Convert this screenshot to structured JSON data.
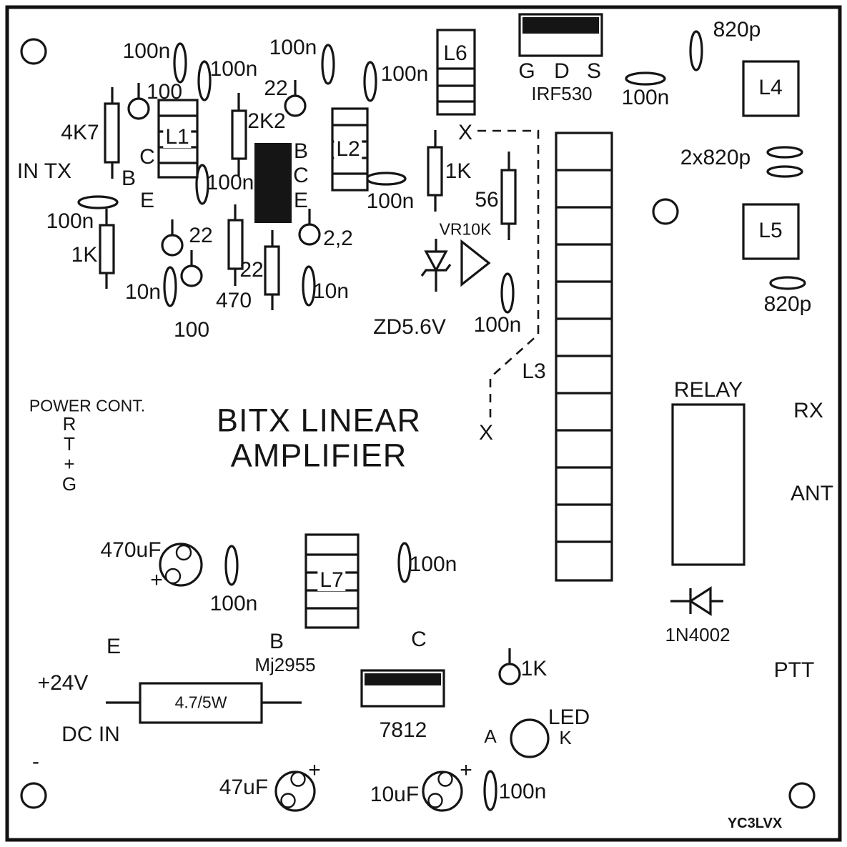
{
  "t": {
    "title1": "BITX LINEAR",
    "title2": "AMPLIFIER",
    "credit": "YC3LVX",
    "in_tx": "IN TX",
    "c100n": "100n",
    "c10n": "10n",
    "c22": "22",
    "c2_2": "2,2",
    "r100": "100",
    "r470": "470",
    "r4k7": "4K7",
    "r2k2": "2K2",
    "r1k": "1K",
    "r56": "56",
    "c820p": "820p",
    "c2x820p": "2x820p",
    "c470uf": "470uF",
    "c47uf": "47uF",
    "c10uf": "10uF",
    "plus": "+",
    "minus": "-",
    "l1": "L1",
    "l2": "L2",
    "l3": "L3",
    "l4": "L4",
    "l5": "L5",
    "l6": "L6",
    "l7": "L7",
    "x": "X",
    "vr10k": "VR10K",
    "zd": "ZD5.6V",
    "g": "G",
    "d": "D",
    "s": "S",
    "irf530": "IRF530",
    "power_cont": "POWER CONT.",
    "r": "R",
    "tt": "T",
    "relay": "RELAY",
    "rx": "RX",
    "ant": "ANT",
    "ptt": "PTT",
    "b": "B",
    "c": "C",
    "e": "E",
    "a": "A",
    "k": "K",
    "mj2955": "Mj2955",
    "v24": "+24V",
    "r47_5w": "4.7/5W",
    "dc_in": "DC IN",
    "reg7812": "7812",
    "led": "LED",
    "d1n4002": "1N4002"
  }
}
